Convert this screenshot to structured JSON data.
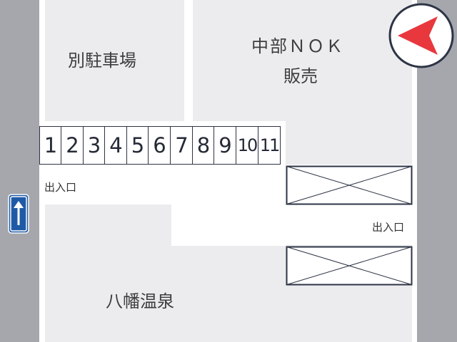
{
  "areas": {
    "bessha_parking": "別駐車場",
    "nok_line1": "中部ＮＯＫ",
    "nok_line2": "販売",
    "hachiman_onsen": "八幡温泉"
  },
  "entrances": {
    "left": "出入口",
    "right": "出入口"
  },
  "parking_slots": [
    "1",
    "2",
    "3",
    "4",
    "5",
    "6",
    "7",
    "8",
    "9",
    "10",
    "11"
  ],
  "compass": {
    "icon": "red-arrow-pointing-left-icon",
    "color": "#e8383d"
  },
  "one_way_sign": {
    "icon": "up-arrow-icon",
    "color": "#1f5aa6"
  },
  "colors": {
    "road": "#a5a7ad",
    "block": "#ececef",
    "outline": "#2d3445"
  }
}
